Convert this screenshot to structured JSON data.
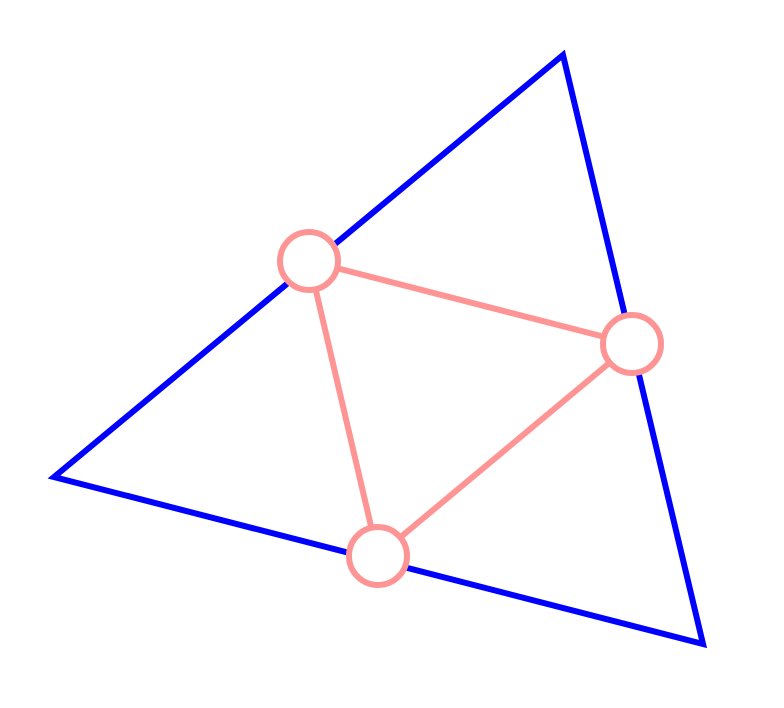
{
  "diagram": {
    "colors": {
      "triangle_stroke": "#0000ff",
      "medial_stroke": "#ff9494",
      "background": "#ffffff"
    },
    "shapes": {
      "outer": "triangle",
      "inner": "medial-triangle",
      "vertex_markers": "circle"
    }
  }
}
